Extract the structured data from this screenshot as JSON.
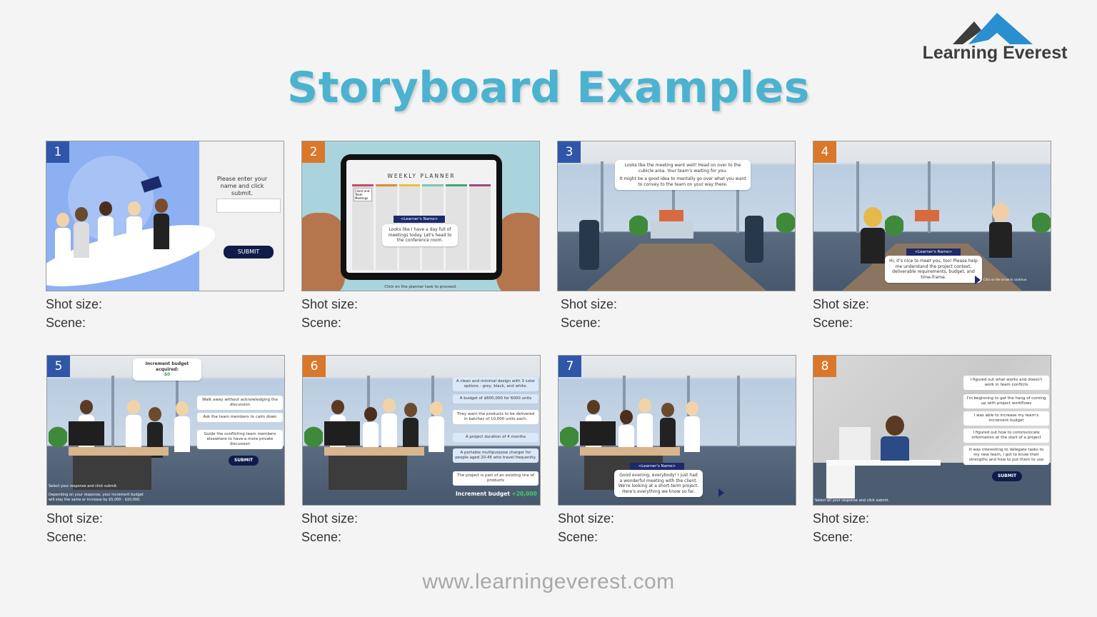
{
  "header": {
    "title": "Storyboard Examples",
    "logo_text": "Learning Everest"
  },
  "footer": {
    "url": "www.learningeverest.com"
  },
  "colors": {
    "title": "#4bb3d0",
    "badge_blue": "#2f56a8",
    "badge_orange": "#d9782a",
    "button_navy": "#0f1c4a",
    "logo_blue": "#2a8fd0",
    "logo_dark": "#3d3d3d"
  },
  "labels": {
    "shot_size": "Shot size:",
    "scene": "Scene:"
  },
  "frames": [
    {
      "number": "1",
      "prompt": "Please enter your name and click submit.",
      "submit": "SUBMIT"
    },
    {
      "number": "2",
      "planner_title": "WEEKLY PLANNER",
      "first_task": "Client and Team Meetings",
      "name_tag": "<Learner's Name>",
      "speech": "Looks like I have a day full of meetings today. Let's head to the conference room.",
      "instruction": "Click on the planner task to proceed."
    },
    {
      "number": "3",
      "speech_1": "Looks like the meeting went well! Head on over to the cubicle area. Your team's waiting for you.",
      "speech_2": "It might be a good idea to mentally go over what you want to convey to the team on your way there."
    },
    {
      "number": "4",
      "name_tag": "<Learner's Name>",
      "speech": "Hi, it's nice to meet you, too! Please help me understand the project context, deliverable requirements, budget, and time-frame.",
      "instruction": "Click on the arrow to continue."
    },
    {
      "number": "5",
      "budget_label": "Increment budget acquired:",
      "budget_value": "$0",
      "options": [
        "Walk away without acknowledging the discussion",
        "Ask the team members to calm down",
        "Guide the conflicting team members elsewhere to have a more private discussion"
      ],
      "submit": "SUBMIT",
      "instruction": "Select your response and click submit.",
      "note": "Depending on your response, your increment budget will stay the same or increase by $5,000 - $10,000."
    },
    {
      "number": "6",
      "options": [
        "A clean and minimal design with 3 color options - grey, black, and white.",
        "A budget of $600,000 for 6000 units",
        "They want the products to be delivered in batches of 10,000 units each.",
        "A project duration of 4 months",
        "A portable multipurpose charger for people aged 20-45 who travel frequently.",
        "The project is part of an existing line of products"
      ],
      "budget_label": "Increment budget",
      "budget_value": "+20,000"
    },
    {
      "number": "7",
      "name_tag": "<Learner's Name>",
      "speech": "Good evening, everybody! I just had a wonderful meeting with the client. We're looking at a short-term project. Here's everything we know so far."
    },
    {
      "number": "8",
      "options": [
        "I figured out what works and doesn't work in team conflicts",
        "I'm beginning to get the hang of coming up with project workflows",
        "I was able to increase my team's increment budget",
        "I figured out how to communicate information at the start of a project",
        "It was interesting to delegate tasks to my new team, I got to know their strengths and how to put them to use"
      ],
      "submit": "SUBMIT",
      "instruction": "Select all your response and click submit."
    }
  ]
}
